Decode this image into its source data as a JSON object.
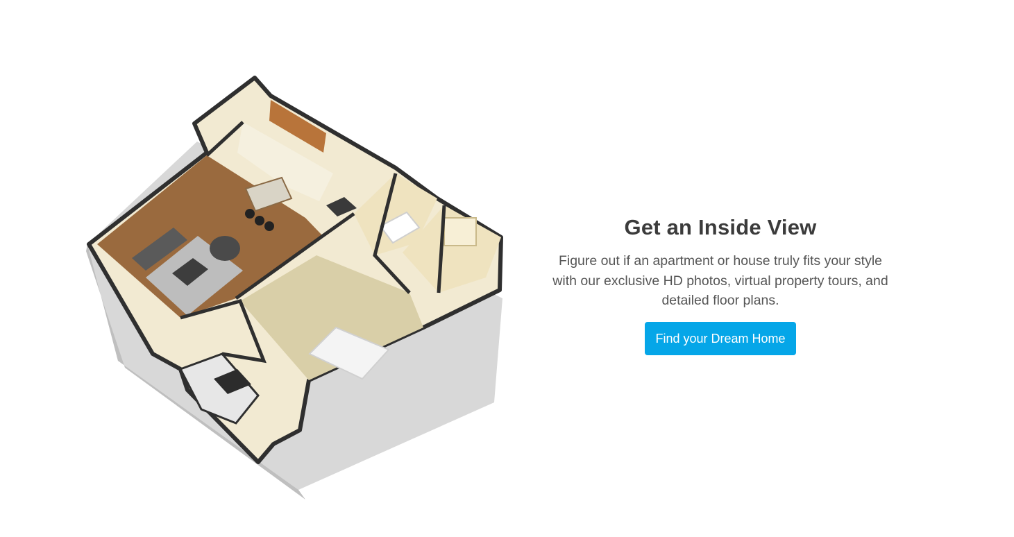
{
  "illustration": {
    "name": "3D apartment floor plan"
  },
  "promo": {
    "heading": "Get an Inside View",
    "body": "Figure out if an apartment or house truly fits your style with our exclusive HD photos, virtual property tours, and detailed floor plans.",
    "cta_label": "Find your Dream Home"
  },
  "colors": {
    "accent": "#05a6e8",
    "heading": "#3b3b3b",
    "body_text": "#555555",
    "wall": "#2f2f2f",
    "wall_wash": "#efe3bf",
    "wood_floor": "#9a6a3e",
    "carpet": "#d9cfa8",
    "rug": "#bdbdbd"
  }
}
